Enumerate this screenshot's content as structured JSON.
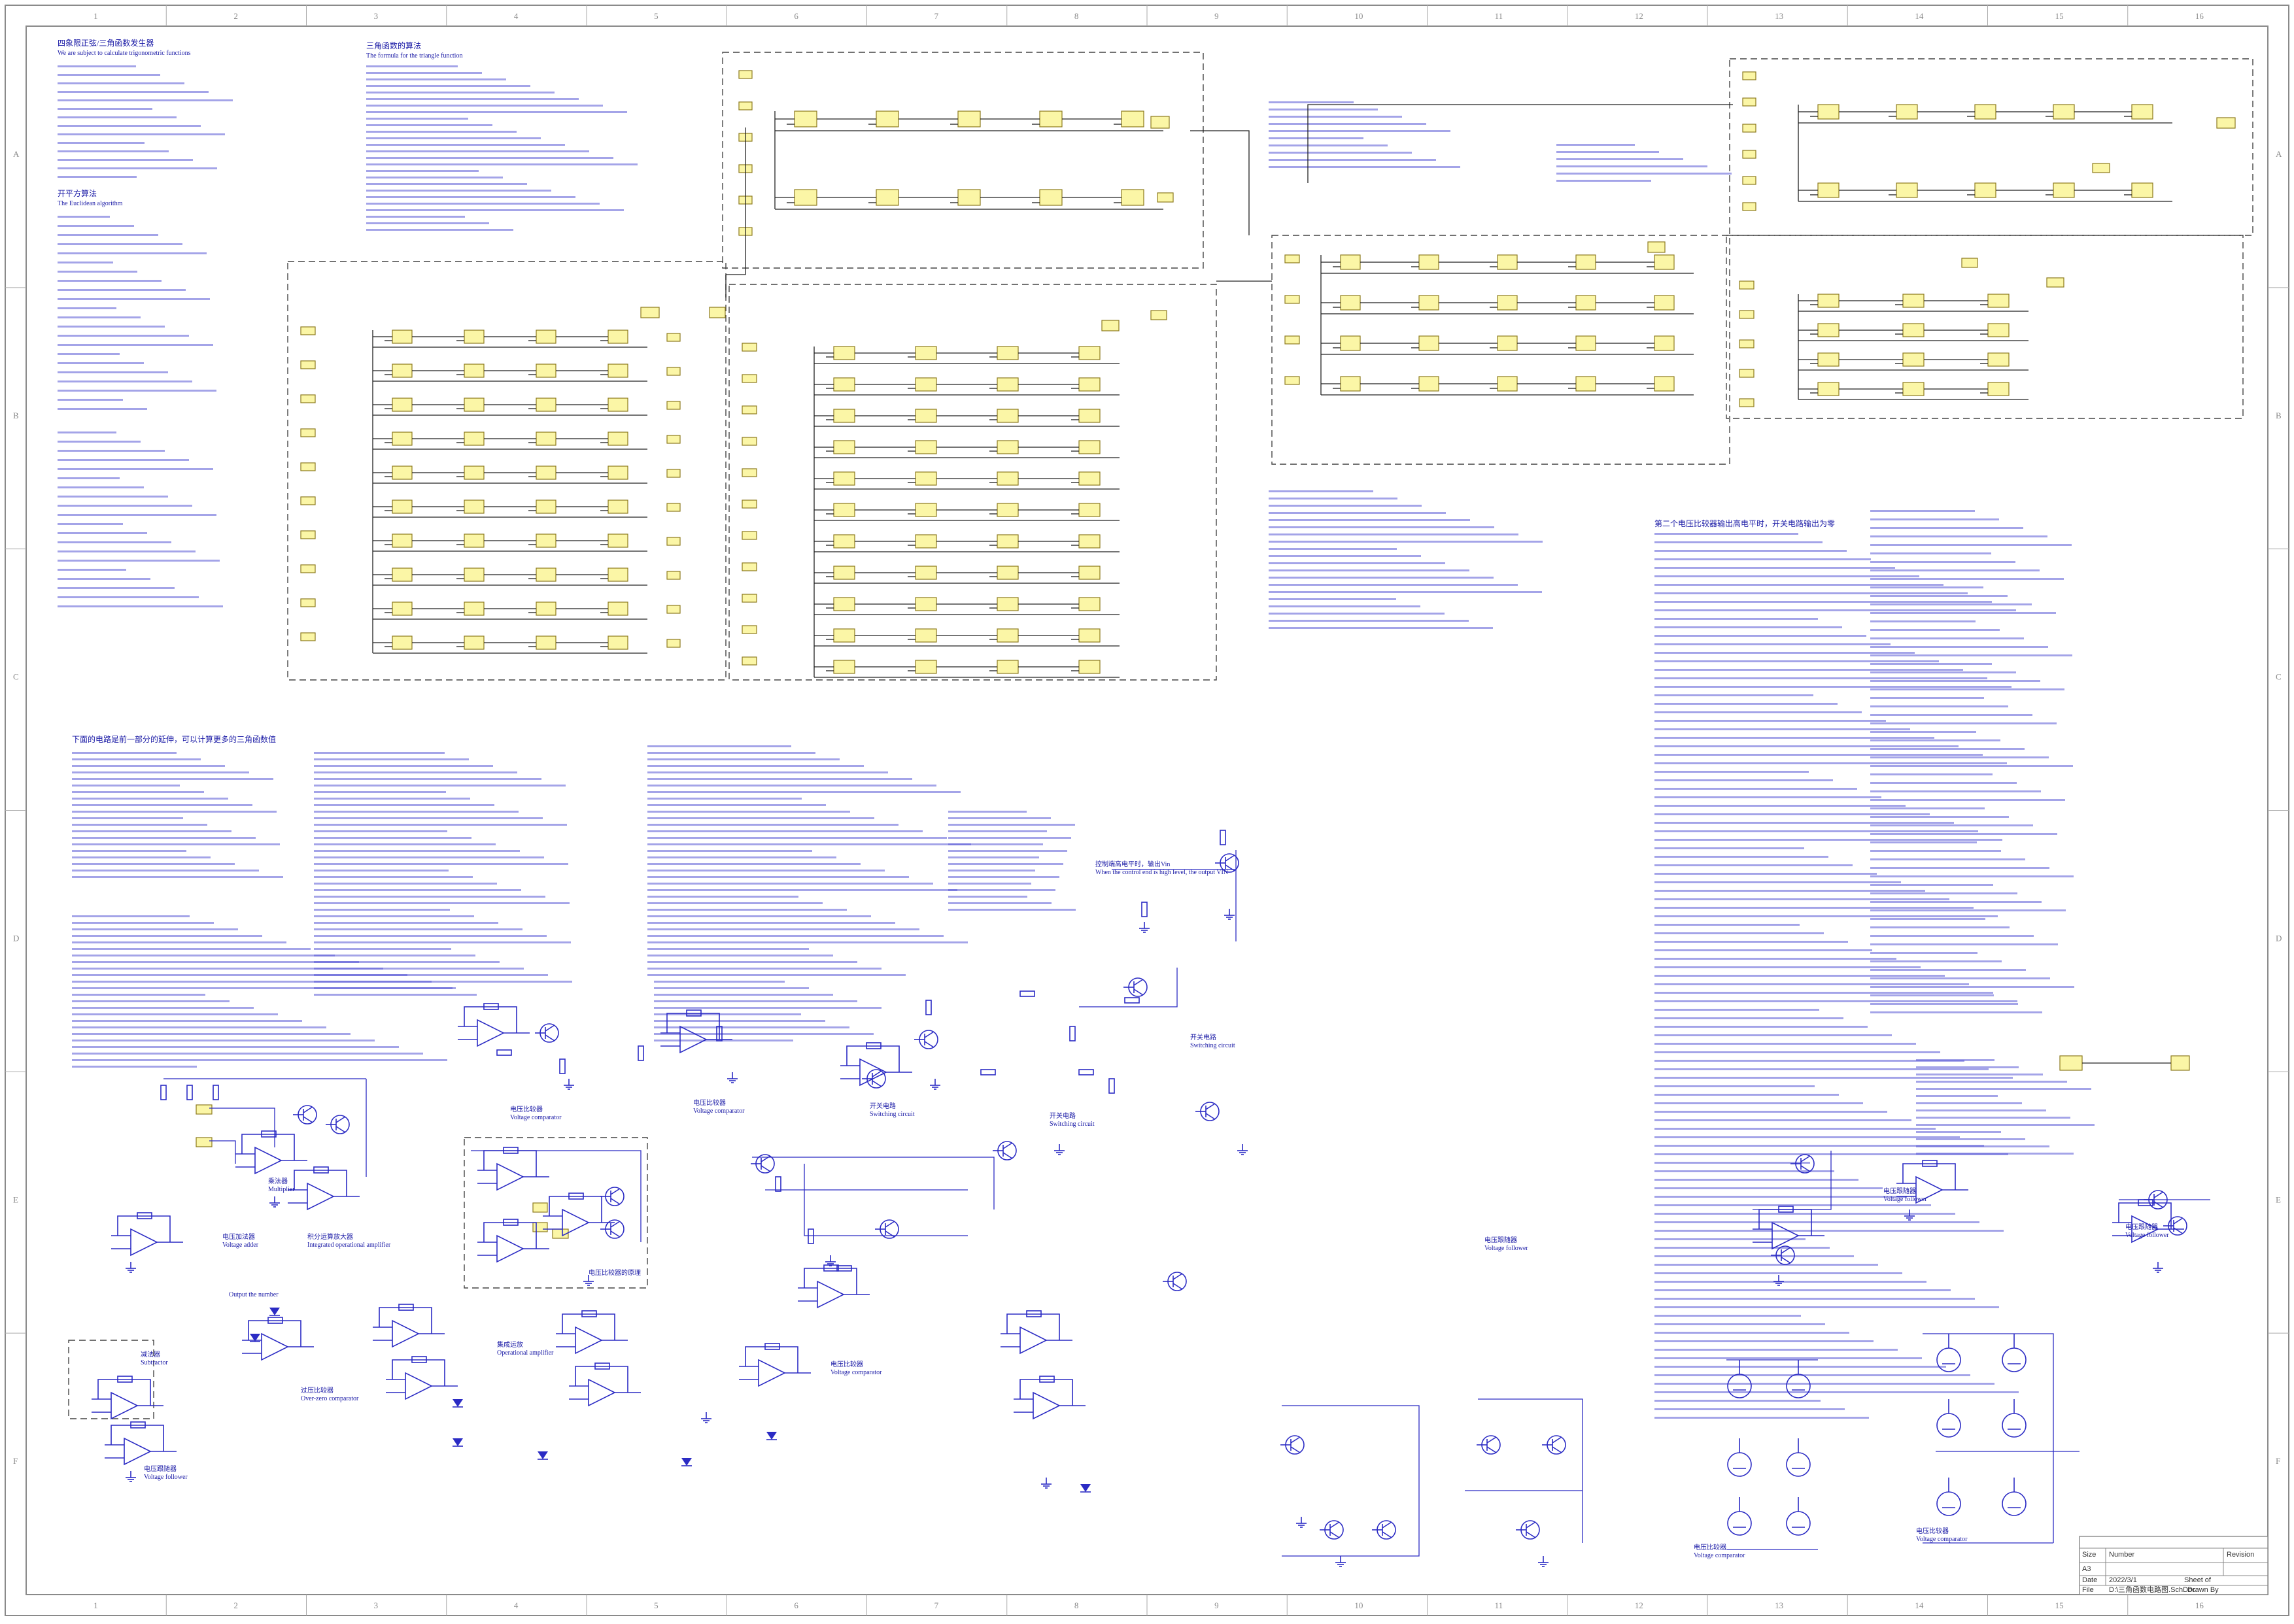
{
  "sheet": {
    "zone_columns": [
      "1",
      "2",
      "3",
      "4",
      "5",
      "6",
      "7",
      "8",
      "9",
      "10",
      "11",
      "12",
      "13",
      "14",
      "15",
      "16"
    ],
    "zone_rows": [
      "A",
      "B",
      "C",
      "D",
      "E",
      "F"
    ]
  },
  "notes": {
    "top_left_title": "四象限正弦/三角函数发生器",
    "top_left_en": "We are subject to calculate trigonometric functions",
    "tri_functions_title": "三角函数的算法",
    "tri_functions_en": "The formula for the triangle function",
    "sqrt_title": "开平方算法",
    "sqrt_en": "The Euclidean algorithm",
    "vm_title": "电压比较器",
    "vm_en": "Voltage comparator",
    "switch_title": "开关电路",
    "switch_en": "Switching circuit",
    "mult_title": "乘法器",
    "mult_en": "Multiplier",
    "adder_title": "电压加法器",
    "adder_en": "Voltage adder",
    "sub_title": "减法器",
    "sub_en": "Subtractor",
    "follower_title": "电压跟随器",
    "follower_en": "Voltage follower",
    "integ_title": "积分运算放大器",
    "integ_en": "Integrated operational amplifier",
    "control_title": "控制端高电平时，输出Vin",
    "control_en": "When the control end is high level, the output VIN",
    "overvolt_title": "过压比较器",
    "overvolt_en": "Over-zero comparator",
    "op_title": "集成运放",
    "op_en": "Operational amplifier",
    "output_label": "Output the number",
    "diode_text": "电压比较器的原理",
    "block_desc": "The first voltage comparator",
    "block_desc2": "The second voltage comparator",
    "block_desc3": "The third switch circuit",
    "switch_desc": "The selection of the switching circuit",
    "middle_note": "下面的电路是前一部分的延伸，可以计算更多的三角函数值",
    "right_note": "第二个电压比较器输出高电平时，开关电路输出为零"
  },
  "title_block": {
    "size_label": "Size",
    "number_label": "Number",
    "revision_label": "Revision",
    "size_value": "A3",
    "date_label": "Date",
    "date_value": "2022/3/1",
    "sheet_label": "Sheet of",
    "file_label": "File",
    "file_value": "D:\\三角函数电路图.SchDoc",
    "drawn_label": "Drawn By"
  }
}
